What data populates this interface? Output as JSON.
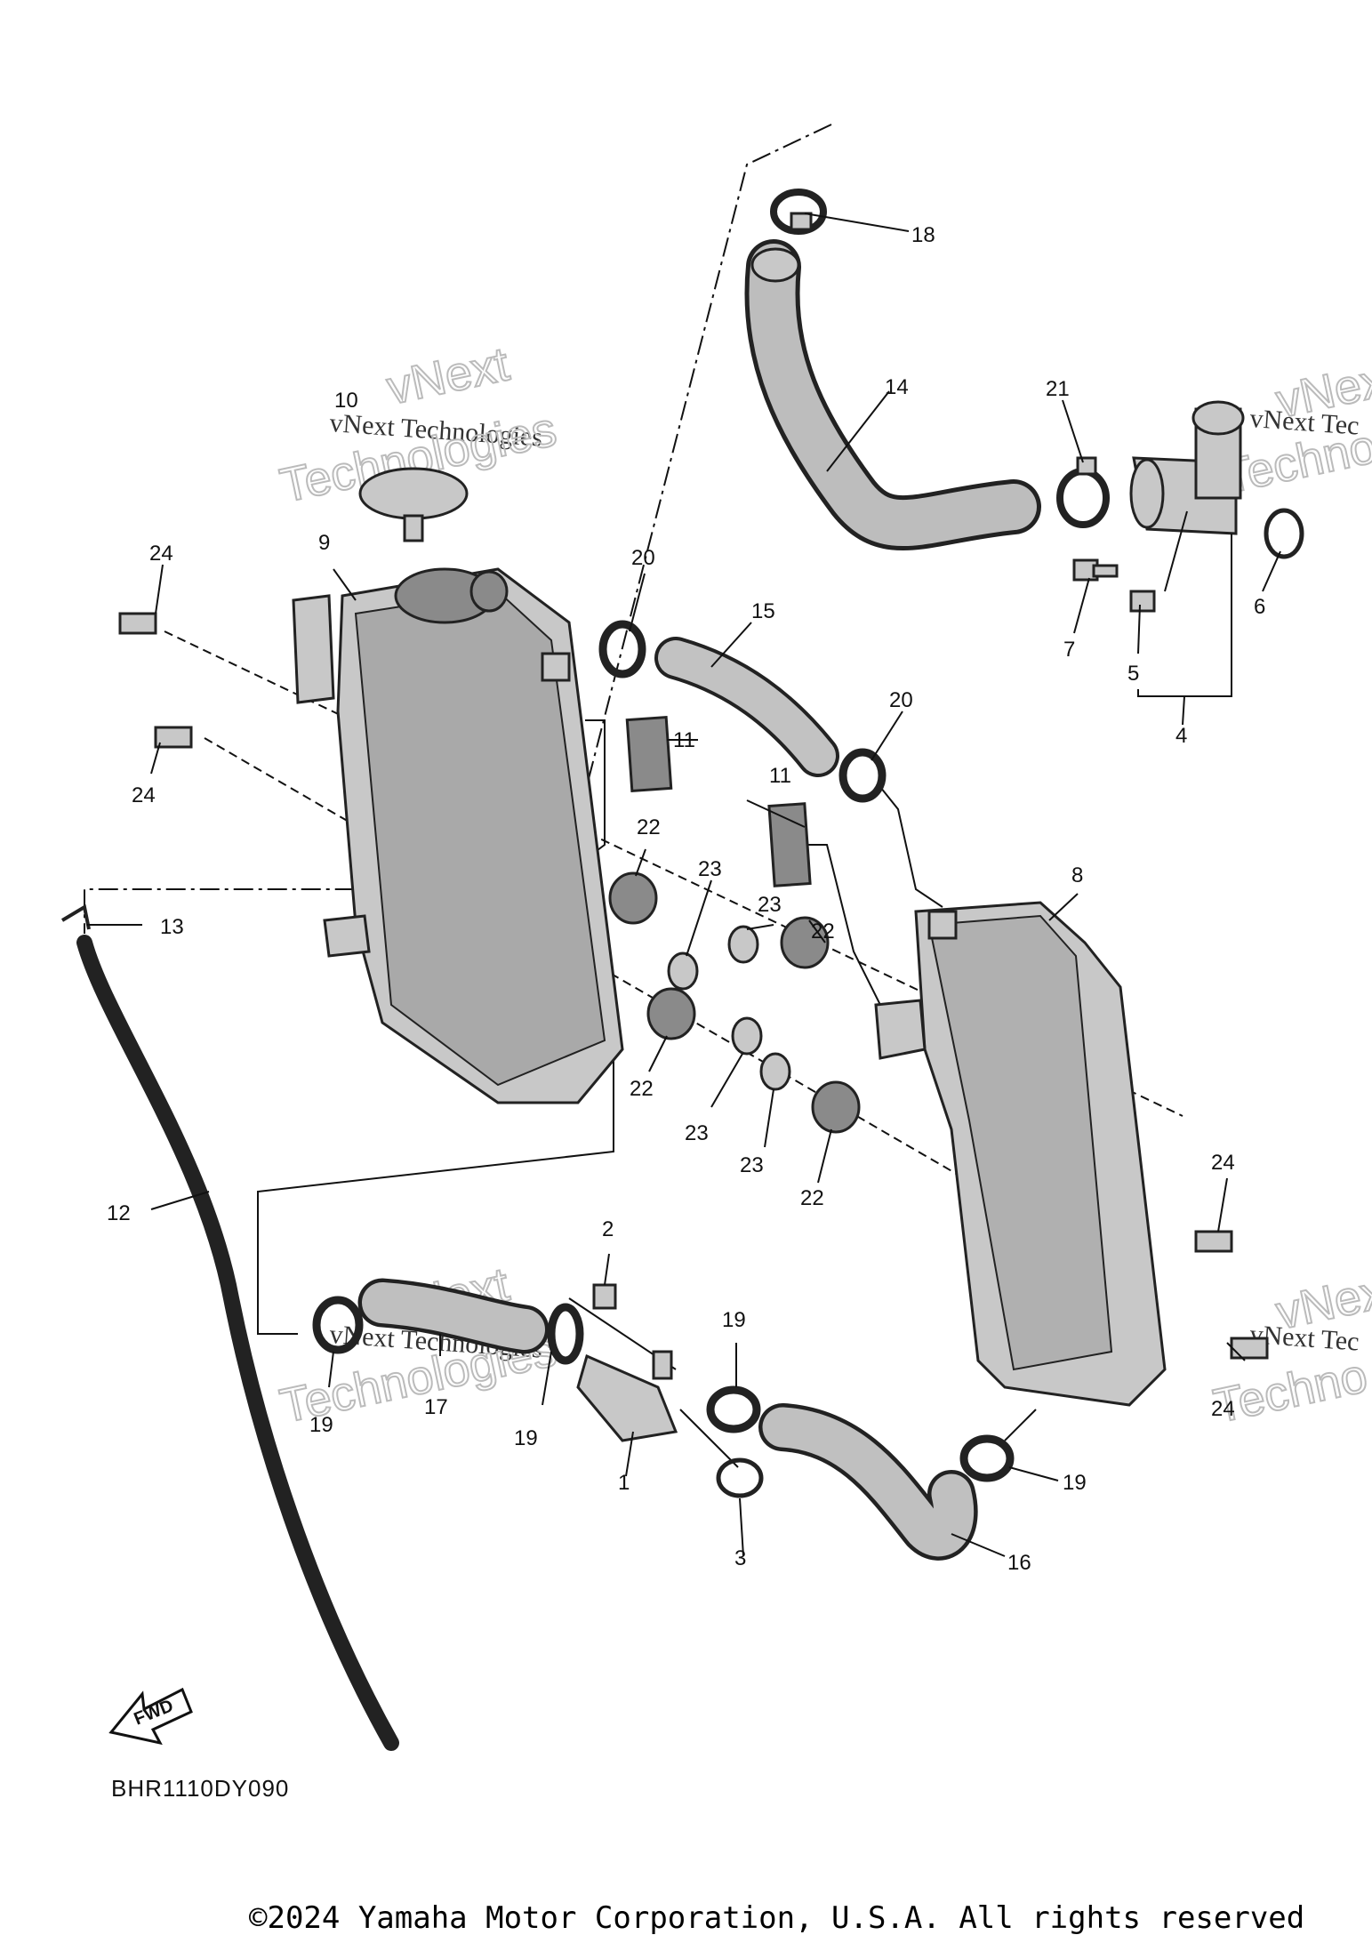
{
  "diagram": {
    "code": "BHR1110DY090",
    "fwd_label": "FWD",
    "copyright": "©2024 Yamaha Motor Corporation, U.S.A. All rights reserved",
    "watermarks": [
      {
        "line1": "vNext",
        "line2": "vNext Technologies",
        "line3": "Technologies"
      },
      {
        "line1": "vNext",
        "line2": "vNext Tec",
        "line3": "Techno"
      },
      {
        "line1": "vNext",
        "line2": "vNext Technologies",
        "line3": "Technologies"
      },
      {
        "line1": "vNext",
        "line2": "vNext Tec",
        "line3": "Techno"
      }
    ],
    "callouts": [
      "1",
      "2",
      "3",
      "4",
      "5",
      "6",
      "7",
      "8",
      "9",
      "10",
      "11",
      "11",
      "12",
      "13",
      "14",
      "15",
      "16",
      "17",
      "18",
      "19",
      "19",
      "19",
      "19",
      "20",
      "20",
      "21",
      "22",
      "22",
      "22",
      "22",
      "23",
      "23",
      "23",
      "23",
      "24",
      "24",
      "24",
      "24"
    ]
  }
}
